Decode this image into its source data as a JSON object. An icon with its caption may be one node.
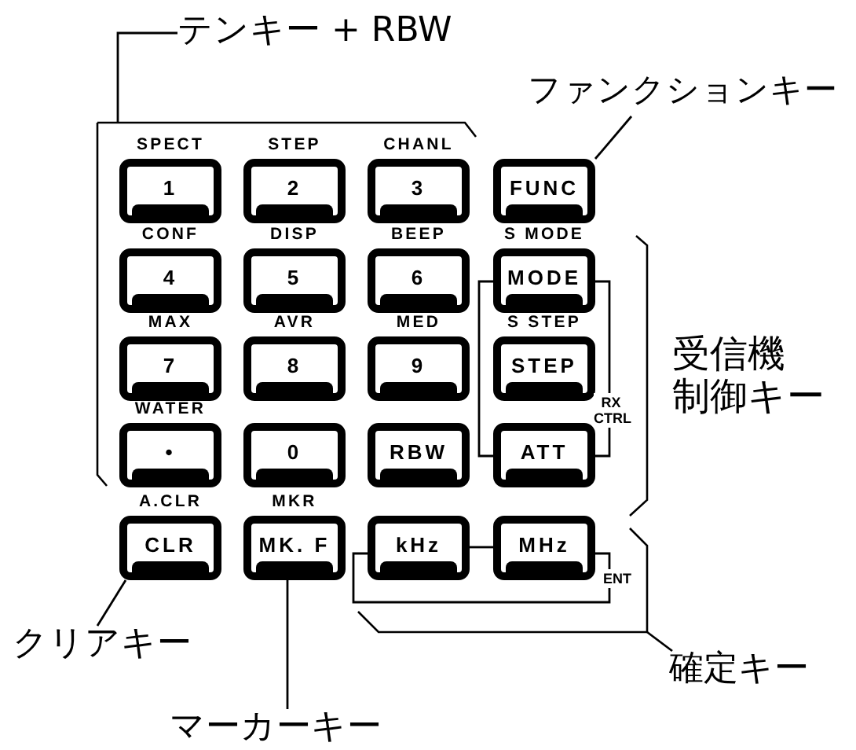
{
  "diagram": {
    "nodes": [
      {
        "text": [
          "テンキー + RBW"
        ]
      },
      {
        "text": [
          "ファンクションキー"
        ]
      },
      {
        "text": [
          "SPECT",
          "1"
        ]
      },
      {
        "text": [
          "STEP",
          "2"
        ]
      },
      {
        "text": [
          "CHANL",
          "3"
        ]
      },
      {
        "text": [
          "FUNC"
        ]
      },
      {
        "text": [
          "CONF",
          "4"
        ]
      },
      {
        "text": [
          "DISP",
          "5"
        ]
      },
      {
        "text": [
          "BEEP",
          "6"
        ]
      },
      {
        "text": [
          "S MODE",
          "MODE"
        ]
      },
      {
        "text": [
          "MAX",
          "7"
        ]
      },
      {
        "text": [
          "AVR",
          "8"
        ]
      },
      {
        "text": [
          "MED",
          "9"
        ]
      },
      {
        "text": [
          "S STEP",
          "STEP"
        ]
      },
      {
        "text": [
          "受信機制御キー"
        ]
      },
      {
        "text": [
          "WATER",
          "•"
        ]
      },
      {
        "text": [
          "0"
        ]
      },
      {
        "text": [
          "RBW"
        ]
      },
      {
        "text": [
          "ATT"
        ]
      },
      {
        "text": [
          "A.CLR",
          "CLR"
        ]
      },
      {
        "text": [
          "MKR",
          "MK. F"
        ]
      },
      {
        "text": [
          "kHz"
        ]
      },
      {
        "text": [
          "MHz"
        ]
      },
      {
        "text": [
          "クリアキー"
        ]
      },
      {
        "text": [
          "確定キー"
        ]
      },
      {
        "text": [
          "マーカーキー"
        ]
      },
      {
        "text": [],
        "shape": "bracket"
      },
      {
        "text": [],
        "shape": "bracket"
      }
    ],
    "edges": [
      {
        "from": 0,
        "to": 26,
        "arrow": "none"
      },
      {
        "from": 1,
        "to": 5,
        "arrow": "none"
      },
      {
        "from": 9,
        "to": 18,
        "arrow": "none"
      },
      {
        "from": 9,
        "to": 18,
        "arrow": "none",
        "label": "RX CTRL"
      },
      {
        "from": 21,
        "to": 22,
        "arrow": "none"
      },
      {
        "from": 21,
        "to": 22,
        "arrow": "none",
        "label": "ENT"
      },
      {
        "from": 23,
        "to": 19,
        "arrow": "none"
      },
      {
        "from": 24,
        "to": 27,
        "arrow": "none"
      },
      {
        "from": 25,
        "to": 20,
        "arrow": "none"
      }
    ]
  }
}
